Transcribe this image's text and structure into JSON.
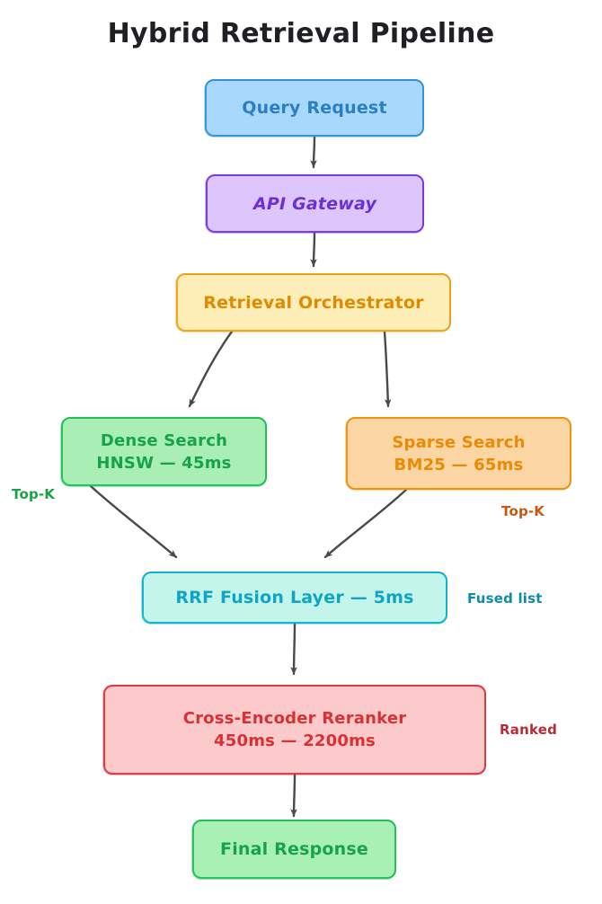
{
  "title": "Hybrid Retrieval Pipeline",
  "diagram": {
    "type": "flowchart",
    "direction": "top-down",
    "nodes": [
      {
        "id": "query",
        "name": "query-request",
        "lines": [
          "Query Request"
        ],
        "fill": "#a8d8fb",
        "stroke": "#3498db",
        "text_color": "#2a7fc4"
      },
      {
        "id": "gateway",
        "name": "api-gateway",
        "lines": [
          "API Gateway"
        ],
        "fill": "#dcc6fb",
        "stroke": "#7d3ce8",
        "text_color": "#6c2fd6"
      },
      {
        "id": "orchestrator",
        "name": "retrieval-orchestrator",
        "lines": [
          "Retrieval Orchestrator"
        ],
        "fill": "#fdeeb8",
        "stroke": "#f0a71c",
        "text_color": "#e08a00"
      },
      {
        "id": "dense",
        "name": "dense-search",
        "lines": [
          "Dense Search",
          "HNSW — 45ms"
        ],
        "fill": "#a9eeb4",
        "stroke": "#21c45d",
        "text_color": "#17a34a"
      },
      {
        "id": "sparse",
        "name": "sparse-search",
        "lines": [
          "Sparse Search",
          "BM25 — 65ms"
        ],
        "fill": "#fbd5a2",
        "stroke": "#f0930f",
        "text_color": "#ea8b07"
      },
      {
        "id": "rrf",
        "name": "rrf-fusion-layer",
        "lines": [
          "RRF Fusion Layer — 5ms"
        ],
        "fill": "#c4f5ea",
        "stroke": "#12b3d4",
        "text_color": "#0fa5c4"
      },
      {
        "id": "reranker",
        "name": "cross-encoder-reranker",
        "lines": [
          "Cross-Encoder Reranker",
          "450ms — 2200ms"
        ],
        "fill": "#fccacb",
        "stroke": "#e13b43",
        "text_color": "#d93036"
      },
      {
        "id": "final",
        "name": "final-response",
        "lines": [
          "Final Response"
        ],
        "fill": "#a9f0b5",
        "stroke": "#22c55e",
        "text_color": "#18a34b"
      }
    ],
    "edges": [
      {
        "from": "query",
        "to": "gateway",
        "label": ""
      },
      {
        "from": "gateway",
        "to": "orchestrator",
        "label": ""
      },
      {
        "from": "orchestrator",
        "to": "dense",
        "label": ""
      },
      {
        "from": "orchestrator",
        "to": "sparse",
        "label": ""
      },
      {
        "from": "dense",
        "to": "rrf",
        "label": "Top-K",
        "label_color": "#1aa04a"
      },
      {
        "from": "sparse",
        "to": "rrf",
        "label": "Top-K",
        "label_color": "#c35a12"
      },
      {
        "from": "rrf",
        "to": "reranker",
        "label": "Fused list",
        "label_color": "#108ba6"
      },
      {
        "from": "reranker",
        "to": "final",
        "label": "Ranked",
        "label_color": "#b92b30"
      }
    ],
    "edge_labels": {
      "topk_dense": "Top-K",
      "topk_sparse": "Top-K",
      "fused_list": "Fused list",
      "ranked": "Ranked"
    },
    "arrow_color": "#4a4a4a",
    "background": "#ffffff"
  }
}
